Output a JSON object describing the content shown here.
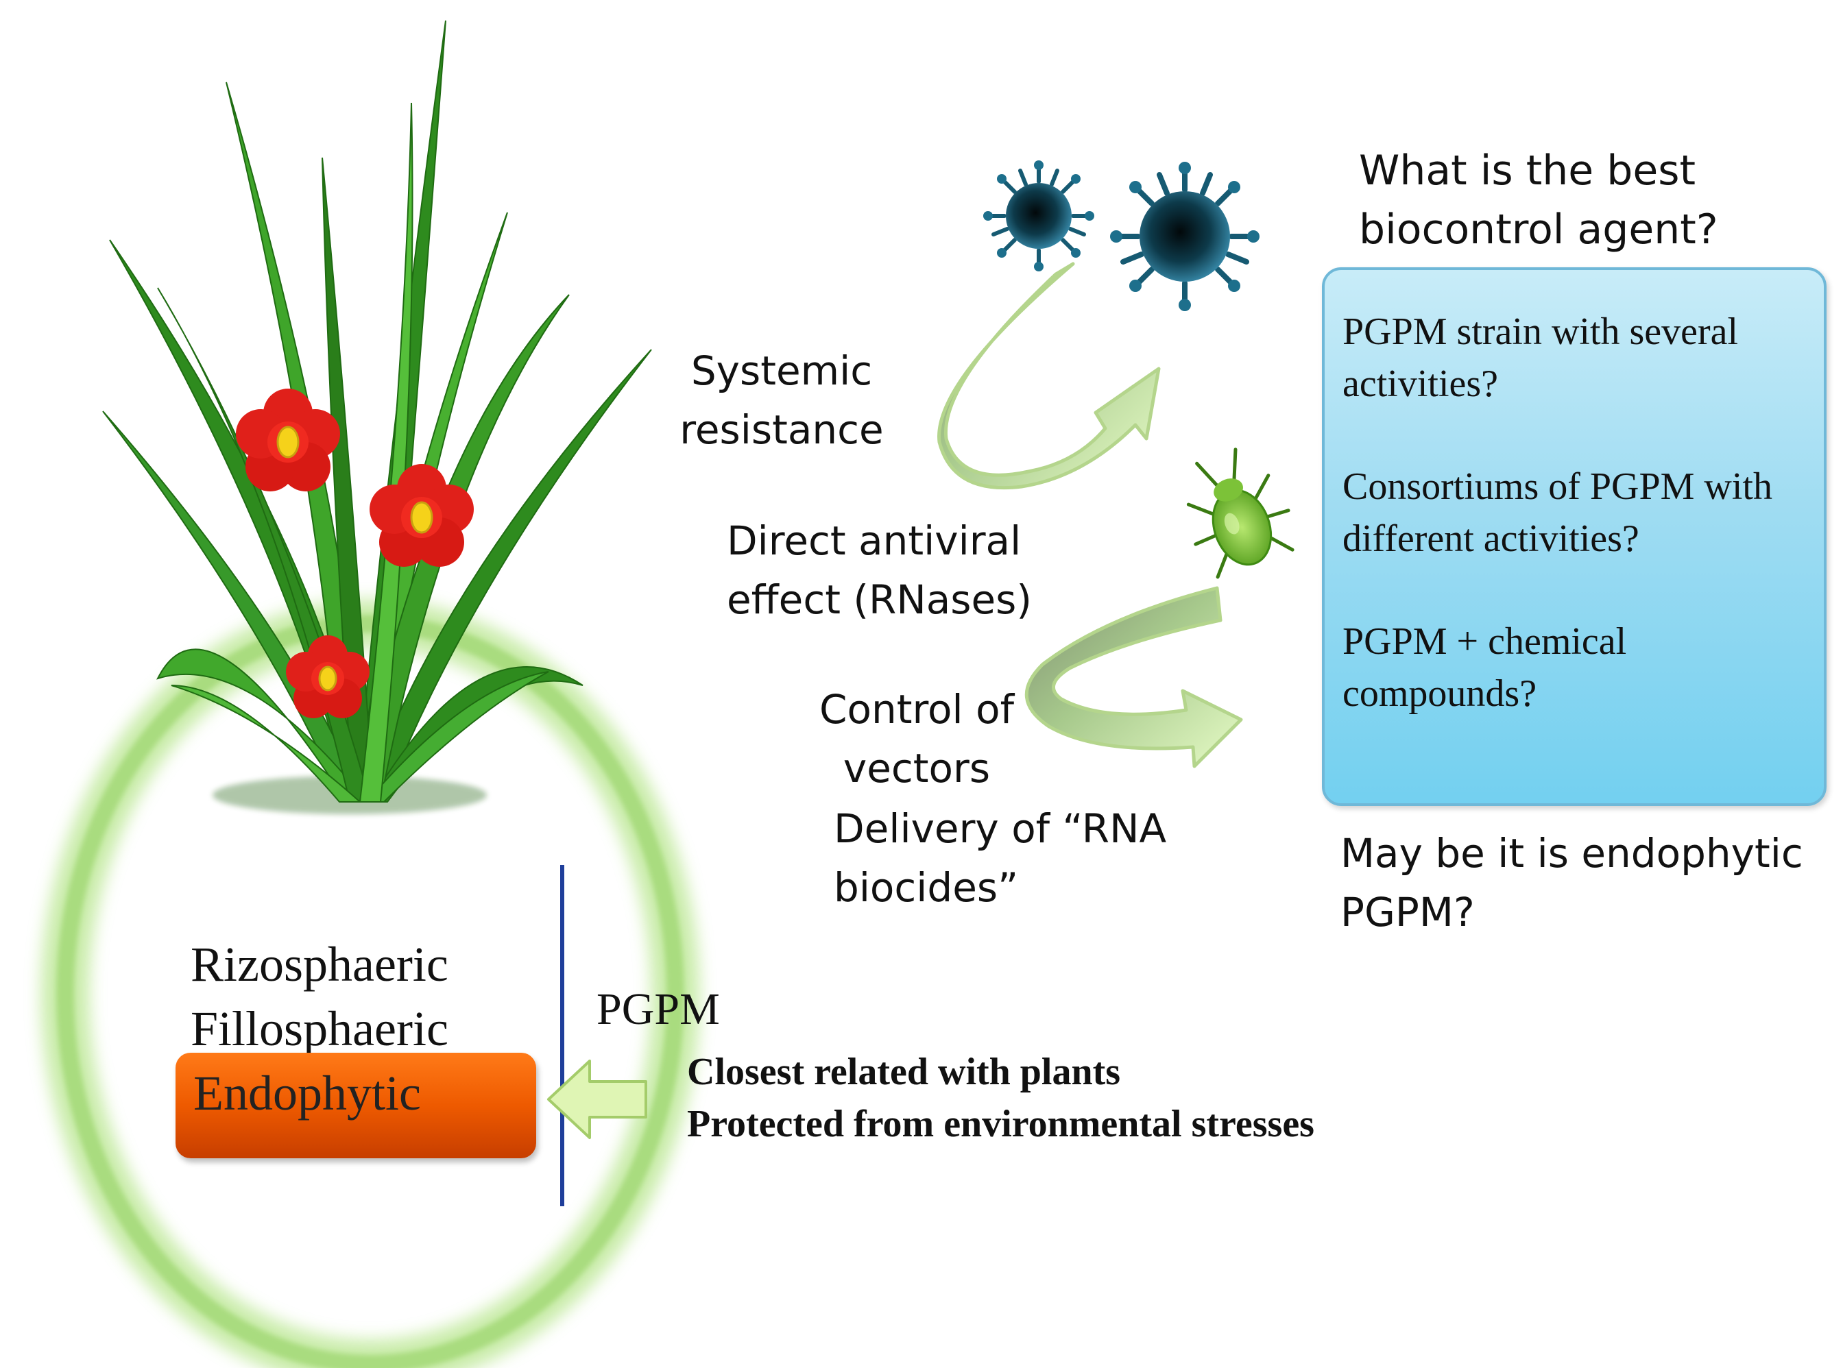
{
  "labels": {
    "systemic_resistance": "Systemic resistance",
    "direct_antiviral": "Direct antiviral effect (RNases)",
    "control_vectors": "Control  of vectors",
    "delivery_rna": "Delivery of “RNA biocides”",
    "question": "What is the best biocontrol agent?",
    "maybe": "May be it is endophytic PGPM?"
  },
  "options": [
    "PGPM strain with several activities?",
    "Consortiums of PGPM with different activities?",
    "PGPM + chemical compounds?"
  ],
  "habitats": [
    "Rizosphaeric",
    "Fillosphaeric",
    "Endophytic"
  ],
  "pgpm": {
    "label": "PGPM",
    "characteristics": [
      "Closest related with plants",
      "Protected from environmental stresses"
    ]
  },
  "colors": {
    "option_box": "#9fdcf2",
    "endophytic_box": "#ee5a00",
    "divider": "#1f3e9a",
    "ring": "#9cd36b",
    "arrow": "#cdf0a0",
    "virus": "#0f4f66",
    "flower": "#e0201a",
    "grass": "#2e8b1e"
  }
}
